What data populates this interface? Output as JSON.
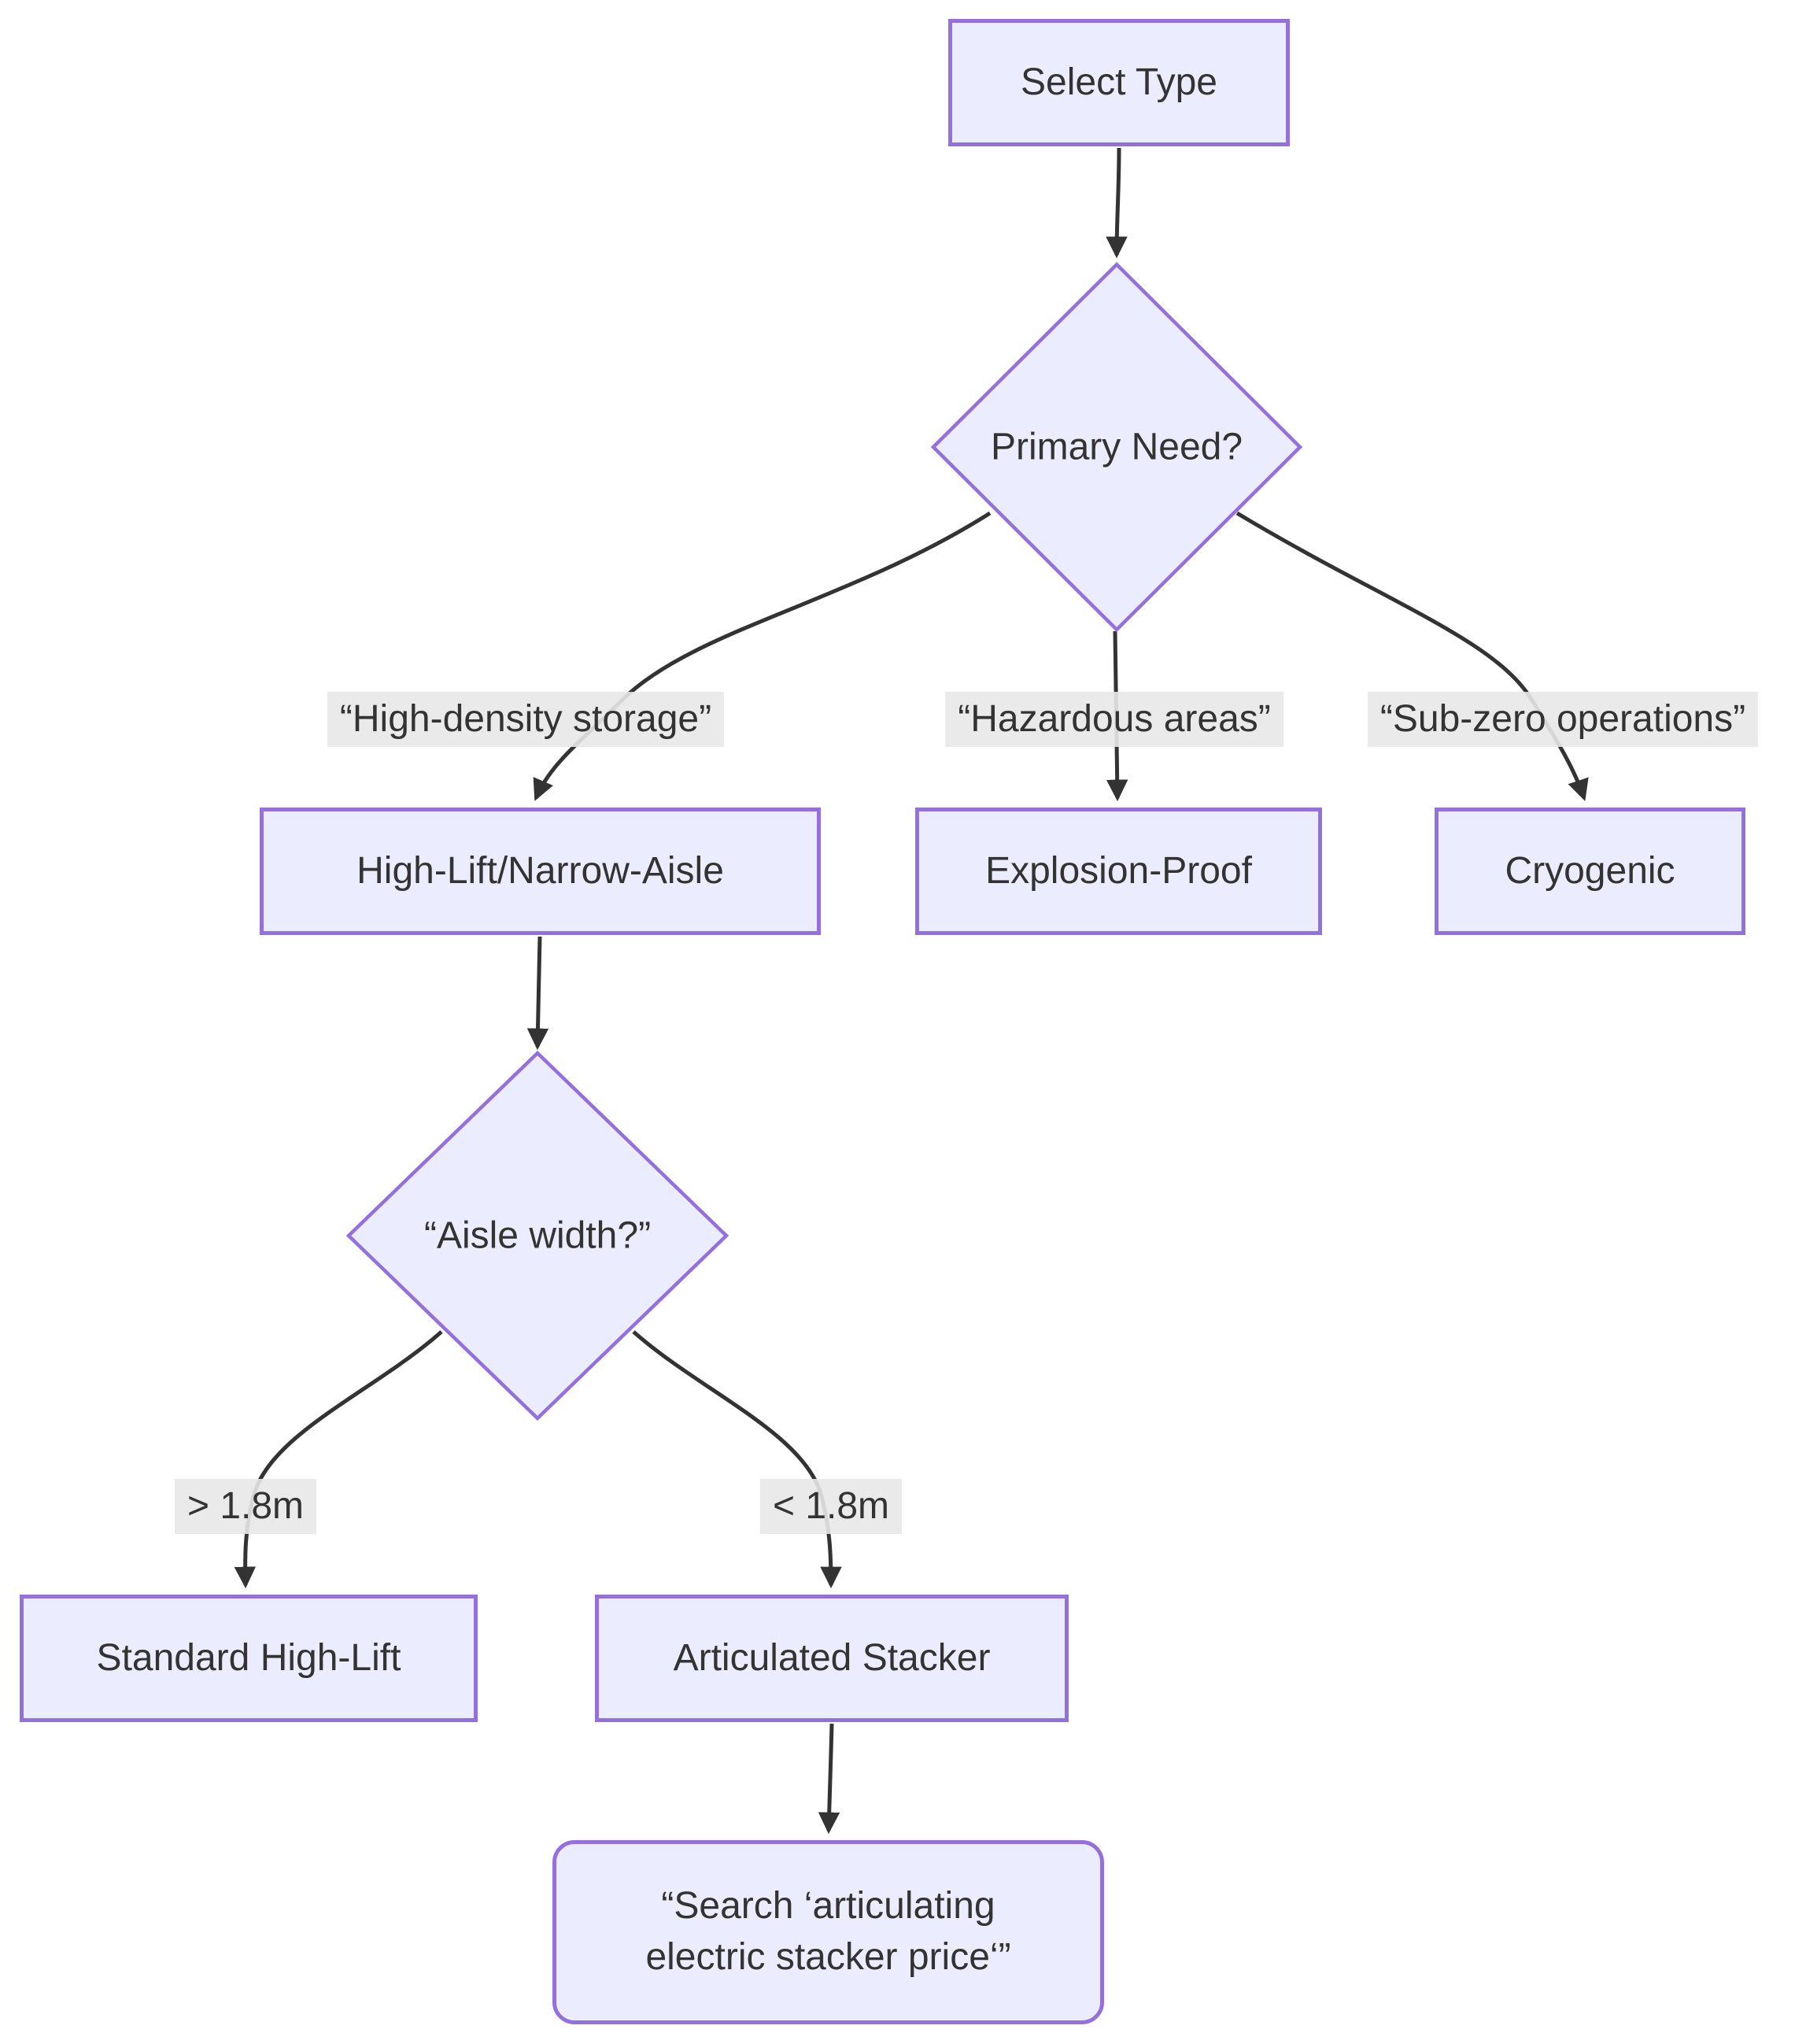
{
  "diagram": {
    "type": "flowchart",
    "colors": {
      "background": "#ffffff",
      "node_fill": "#ECECFF",
      "node_border": "#9370DB",
      "edge_line": "#333333",
      "text": "#333333",
      "edge_label_bg": "#e8e8e8"
    },
    "nodes": {
      "select_type": {
        "label": "Select Type",
        "shape": "rect"
      },
      "primary_need": {
        "label": "Primary Need?",
        "shape": "diamond"
      },
      "high_lift_narrow_aisle": {
        "label": "High-Lift/Narrow-Aisle",
        "shape": "rect"
      },
      "explosion_proof": {
        "label": "Explosion-Proof",
        "shape": "rect"
      },
      "cryogenic": {
        "label": "Cryogenic",
        "shape": "rect"
      },
      "aisle_width": {
        "label": "“Aisle width?”",
        "shape": "diamond"
      },
      "standard_high_lift": {
        "label": "Standard High-Lift",
        "shape": "rect"
      },
      "articulated_stacker": {
        "label": "Articulated Stacker",
        "shape": "rect"
      },
      "search_action": {
        "label": "“Search ‘articulating electric stacker price‘”",
        "lines": [
          "“Search ‘articulating",
          "electric stacker price‘”"
        ],
        "shape": "rounded-rect"
      }
    },
    "edges": [
      {
        "from": "Select Type",
        "to": "Primary Need?",
        "label": ""
      },
      {
        "from": "Primary Need?",
        "to": "High-Lift/Narrow-Aisle",
        "label": "“High-density storage”"
      },
      {
        "from": "Primary Need?",
        "to": "Explosion-Proof",
        "label": "“Hazardous areas”"
      },
      {
        "from": "Primary Need?",
        "to": "Cryogenic",
        "label": "“Sub-zero operations”"
      },
      {
        "from": "High-Lift/Narrow-Aisle",
        "to": "“Aisle width?”",
        "label": ""
      },
      {
        "from": "“Aisle width?”",
        "to": "Standard High-Lift",
        "label": "> 1.8m"
      },
      {
        "from": "“Aisle width?”",
        "to": "Articulated Stacker",
        "label": "< 1.8m"
      },
      {
        "from": "Articulated Stacker",
        "to": "“Search ‘articulating electric stacker price‘”",
        "label": ""
      }
    ]
  }
}
